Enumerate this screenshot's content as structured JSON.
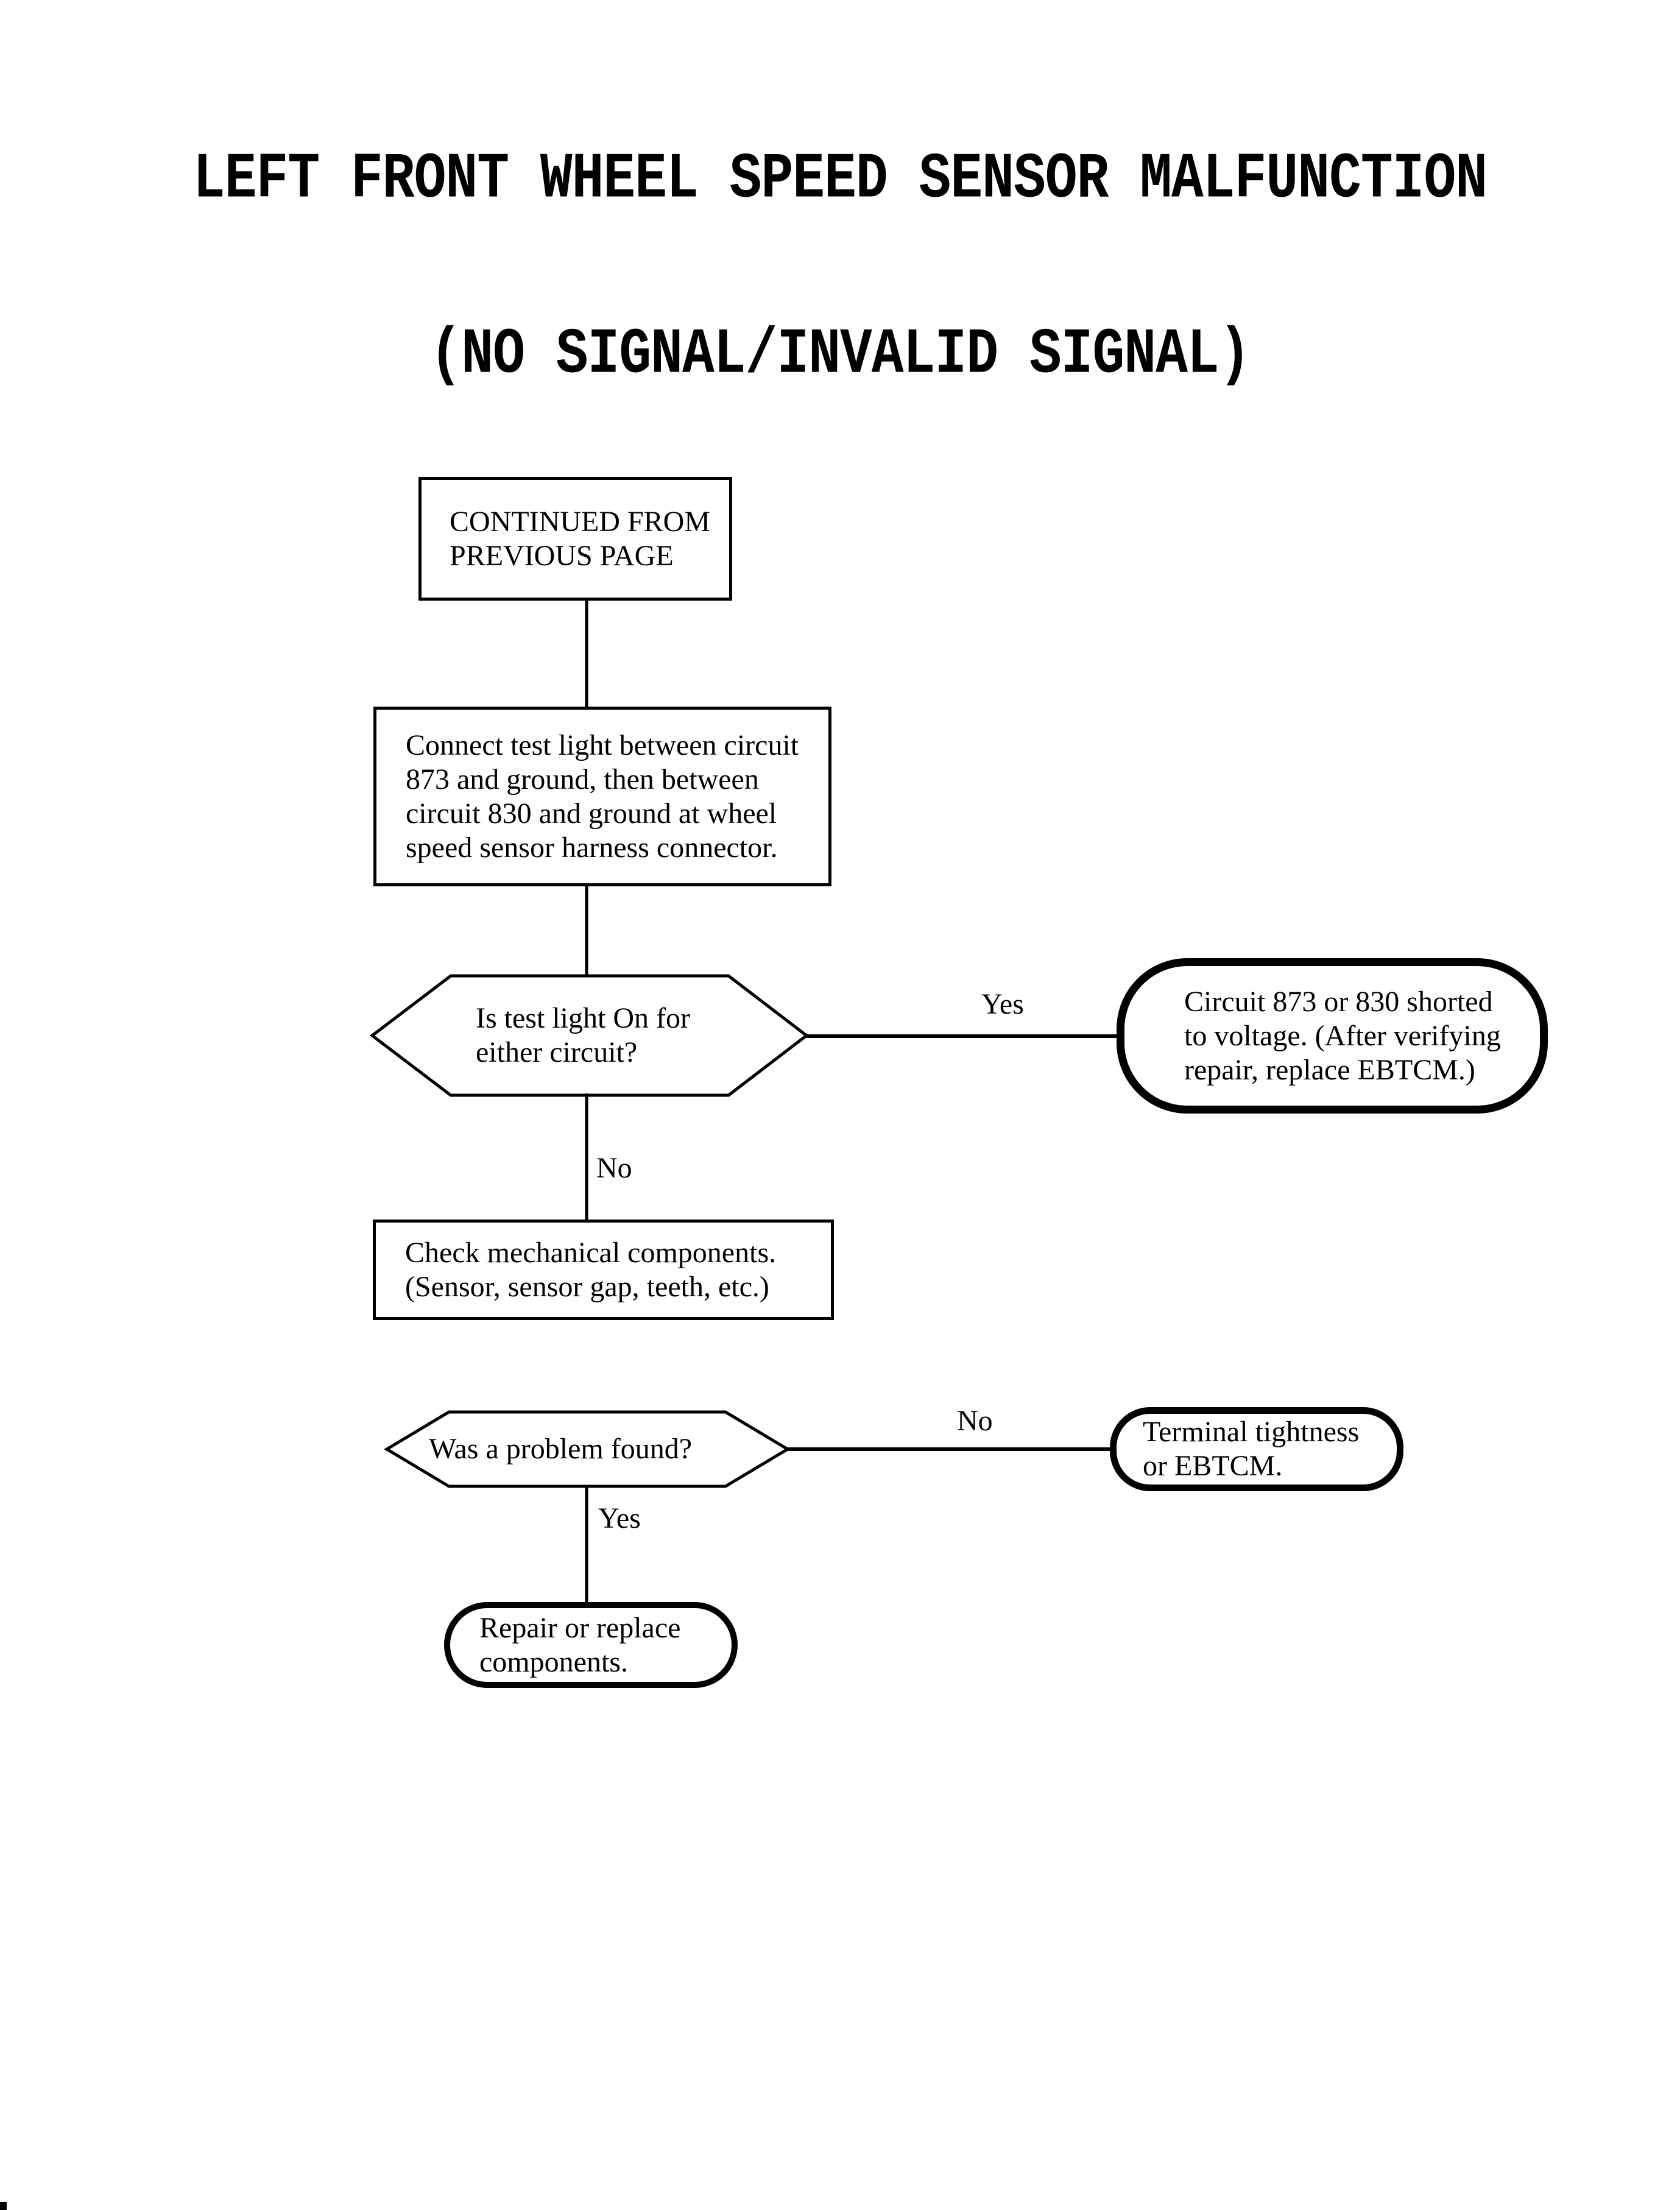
{
  "title": {
    "line1": "LEFT FRONT WHEEL SPEED SENSOR MALFUNCTION",
    "line2": "(NO SIGNAL/INVALID SIGNAL)"
  },
  "flowchart": {
    "continued_from": {
      "type": "process",
      "lines": [
        "CONTINUED FROM",
        "PREVIOUS PAGE"
      ]
    },
    "connect_test_light": {
      "type": "process",
      "lines": [
        "Connect test light between circuit",
        "873 and ground, then between",
        "circuit 830 and ground at wheel",
        "speed sensor harness connector."
      ]
    },
    "is_test_light_on": {
      "type": "decision",
      "lines": [
        "Is test light On for",
        "either circuit?"
      ]
    },
    "circuit_shorted": {
      "type": "terminal",
      "lines": [
        "Circuit 873 or 830 shorted",
        "to voltage. (After verifying",
        "repair, replace EBTCM.)"
      ]
    },
    "check_mechanical": {
      "type": "process",
      "lines": [
        "Check mechanical components.",
        "(Sensor, sensor gap, teeth, etc.)"
      ]
    },
    "was_problem_found": {
      "type": "decision",
      "lines": [
        "Was a problem found?"
      ]
    },
    "terminal_tightness": {
      "type": "terminal",
      "lines": [
        "Terminal tightness",
        "or EBTCM."
      ]
    },
    "repair_or_replace": {
      "type": "terminal",
      "lines": [
        "Repair or replace",
        "components."
      ]
    },
    "branch_labels": {
      "test_light_yes": "Yes",
      "test_light_no": "No",
      "problem_found_no": "No",
      "problem_found_yes": "Yes"
    }
  },
  "colors": {
    "ink": "#000000",
    "paper": "#ffffff"
  }
}
